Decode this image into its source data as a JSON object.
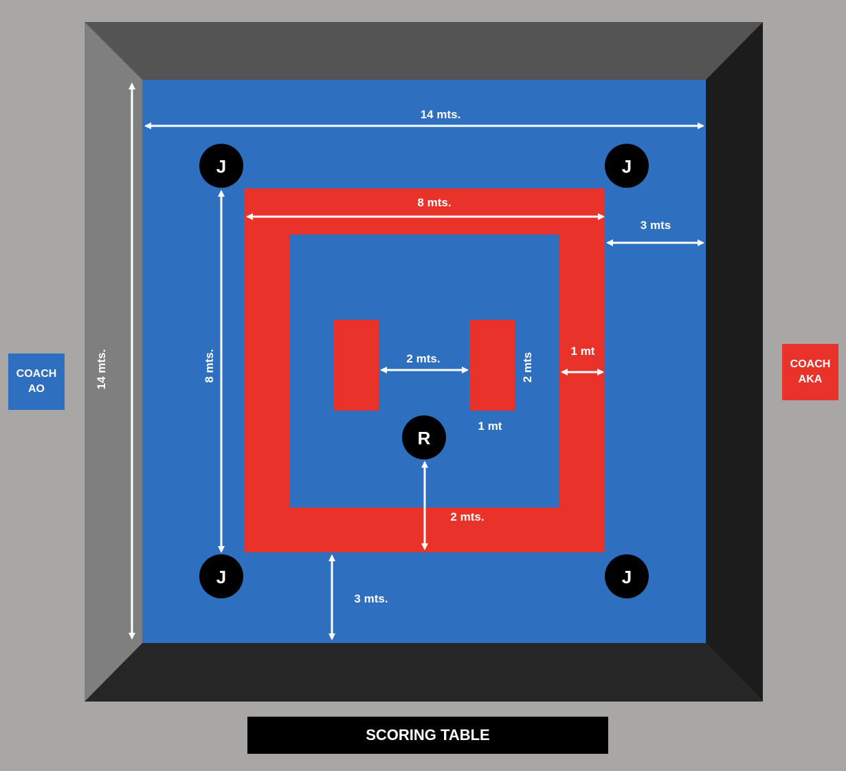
{
  "colors": {
    "background": "#a9a6a6",
    "safety_top": "#545454",
    "safety_left": "#7f7f7f",
    "safety_right": "#1c1c1c",
    "safety_bottom": "#262626",
    "mat_blue": "#2e6fbf",
    "mat_red": "#e8322a",
    "marker": "#000000",
    "arrow": "#ffffff"
  },
  "labels": {
    "outer_width": "14 mts.",
    "outer_height": "14 mts.",
    "inner_width": "8 mts.",
    "inner_height": "8 mts.",
    "outer_margin_right": "3 mts",
    "outer_margin_bottom": "3 mts.",
    "center_gap": "2 mts.",
    "mark_height": "2 mts",
    "mark_width": "1 mt",
    "red_border_width": "1 mt",
    "referee_distance": "2 mts."
  },
  "markers": {
    "judge": "J",
    "referee": "R"
  },
  "coach_ao": {
    "line1": "COACH",
    "line2": "AO"
  },
  "coach_aka": {
    "line1": "COACH",
    "line2": "AKA"
  },
  "scoring_table": "SCORING TABLE"
}
